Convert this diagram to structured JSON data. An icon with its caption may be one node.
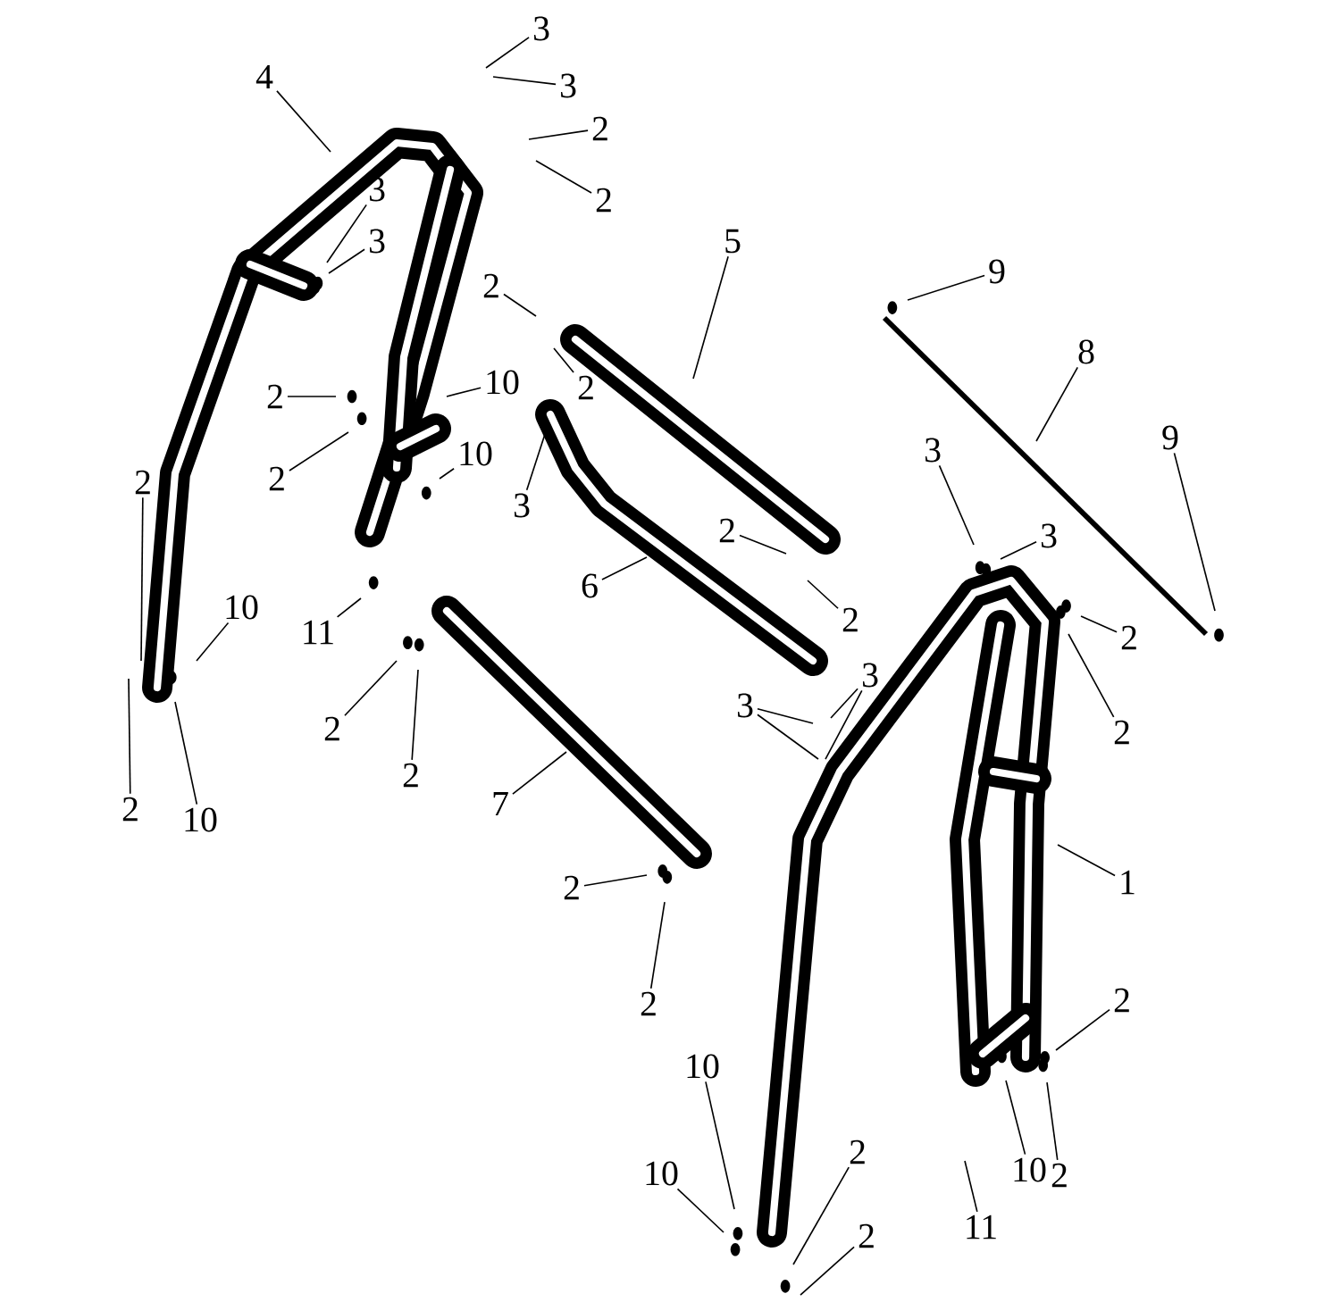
{
  "diagram": {
    "nodes": [
      {
        "text": [
          "3"
        ]
      },
      {
        "text": [
          "3"
        ]
      },
      {
        "text": [
          "2"
        ]
      },
      {
        "text": [
          "2"
        ]
      },
      {
        "text": [
          "4"
        ]
      },
      {
        "text": [
          "3"
        ]
      },
      {
        "text": [
          "3"
        ]
      },
      {
        "text": [
          "2"
        ]
      },
      {
        "text": [
          "2"
        ]
      },
      {
        "text": [
          "5"
        ]
      },
      {
        "text": [
          "9"
        ]
      },
      {
        "text": [
          "8"
        ]
      },
      {
        "text": [
          "9"
        ]
      },
      {
        "text": [
          "2"
        ]
      },
      {
        "text": [
          "2"
        ]
      },
      {
        "text": [
          "10"
        ]
      },
      {
        "text": [
          "10"
        ]
      },
      {
        "text": [
          "3"
        ]
      },
      {
        "text": [
          "2"
        ]
      },
      {
        "text": [
          "6"
        ]
      },
      {
        "text": [
          "3"
        ]
      },
      {
        "text": [
          "3"
        ]
      },
      {
        "text": [
          "2"
        ]
      },
      {
        "text": [
          "2"
        ]
      },
      {
        "text": [
          "2"
        ]
      },
      {
        "text": [
          "2"
        ]
      },
      {
        "text": [
          "11"
        ]
      },
      {
        "text": [
          "10"
        ]
      },
      {
        "text": [
          "2"
        ]
      },
      {
        "text": [
          "2"
        ]
      },
      {
        "text": [
          "2"
        ]
      },
      {
        "text": [
          "10"
        ]
      },
      {
        "text": [
          "7"
        ]
      },
      {
        "text": [
          "3"
        ]
      },
      {
        "text": [
          "3"
        ]
      },
      {
        "text": [
          "1"
        ]
      },
      {
        "text": [
          "2"
        ]
      },
      {
        "text": [
          "2"
        ]
      },
      {
        "text": [
          "2"
        ]
      },
      {
        "text": [
          "2"
        ]
      },
      {
        "text": [
          "10"
        ]
      },
      {
        "text": [
          "11"
        ]
      },
      {
        "text": [
          "10"
        ]
      },
      {
        "text": [
          "10"
        ]
      },
      {
        "text": [
          "2"
        ]
      },
      {
        "text": [
          "2"
        ]
      }
    ],
    "edges": [
      {
        "from": 0,
        "to": null,
        "arrow": "none"
      },
      {
        "from": 1,
        "to": null,
        "arrow": "none"
      },
      {
        "from": 2,
        "to": null,
        "arrow": "none"
      },
      {
        "from": 3,
        "to": null,
        "arrow": "none"
      },
      {
        "from": 4,
        "to": null,
        "arrow": "none"
      },
      {
        "from": 5,
        "to": null,
        "arrow": "none"
      },
      {
        "from": 6,
        "to": null,
        "arrow": "none"
      },
      {
        "from": 7,
        "to": null,
        "arrow": "none"
      },
      {
        "from": 8,
        "to": null,
        "arrow": "none"
      },
      {
        "from": 9,
        "to": null,
        "arrow": "none"
      },
      {
        "from": 10,
        "to": null,
        "arrow": "none"
      },
      {
        "from": 11,
        "to": null,
        "arrow": "none"
      },
      {
        "from": 12,
        "to": null,
        "arrow": "none"
      },
      {
        "from": 13,
        "to": null,
        "arrow": "none"
      },
      {
        "from": 14,
        "to": null,
        "arrow": "none"
      },
      {
        "from": 15,
        "to": null,
        "arrow": "none"
      },
      {
        "from": 16,
        "to": null,
        "arrow": "none"
      },
      {
        "from": 17,
        "to": null,
        "arrow": "none"
      },
      {
        "from": 18,
        "to": null,
        "arrow": "none"
      },
      {
        "from": 19,
        "to": null,
        "arrow": "none"
      },
      {
        "from": 20,
        "to": null,
        "arrow": "none"
      },
      {
        "from": 21,
        "to": null,
        "arrow": "none"
      },
      {
        "from": 22,
        "to": null,
        "arrow": "none"
      },
      {
        "from": 23,
        "to": null,
        "arrow": "none"
      },
      {
        "from": 24,
        "to": null,
        "arrow": "none"
      },
      {
        "from": 25,
        "to": null,
        "arrow": "none"
      },
      {
        "from": 26,
        "to": null,
        "arrow": "none"
      },
      {
        "from": 27,
        "to": null,
        "arrow": "none"
      },
      {
        "from": 28,
        "to": null,
        "arrow": "none"
      },
      {
        "from": 29,
        "to": null,
        "arrow": "none"
      },
      {
        "from": 30,
        "to": null,
        "arrow": "none"
      },
      {
        "from": 31,
        "to": null,
        "arrow": "none"
      },
      {
        "from": 32,
        "to": null,
        "arrow": "none"
      },
      {
        "from": 33,
        "to": null,
        "arrow": "none"
      },
      {
        "from": 34,
        "to": null,
        "arrow": "none"
      },
      {
        "from": 35,
        "to": null,
        "arrow": "none"
      },
      {
        "from": 36,
        "to": null,
        "arrow": "none"
      },
      {
        "from": 37,
        "to": null,
        "arrow": "none"
      },
      {
        "from": 38,
        "to": null,
        "arrow": "none"
      },
      {
        "from": 39,
        "to": null,
        "arrow": "none"
      },
      {
        "from": 40,
        "to": null,
        "arrow": "none"
      },
      {
        "from": 41,
        "to": null,
        "arrow": "none"
      },
      {
        "from": 42,
        "to": null,
        "arrow": "none"
      },
      {
        "from": 43,
        "to": null,
        "arrow": "none"
      },
      {
        "from": 44,
        "to": null,
        "arrow": "none"
      },
      {
        "from": 45,
        "to": null,
        "arrow": "none"
      },
      {
        "from": 33,
        "to": null,
        "arrow": "none"
      },
      {
        "from": 34,
        "to": null,
        "arrow": "none"
      }
    ]
  }
}
